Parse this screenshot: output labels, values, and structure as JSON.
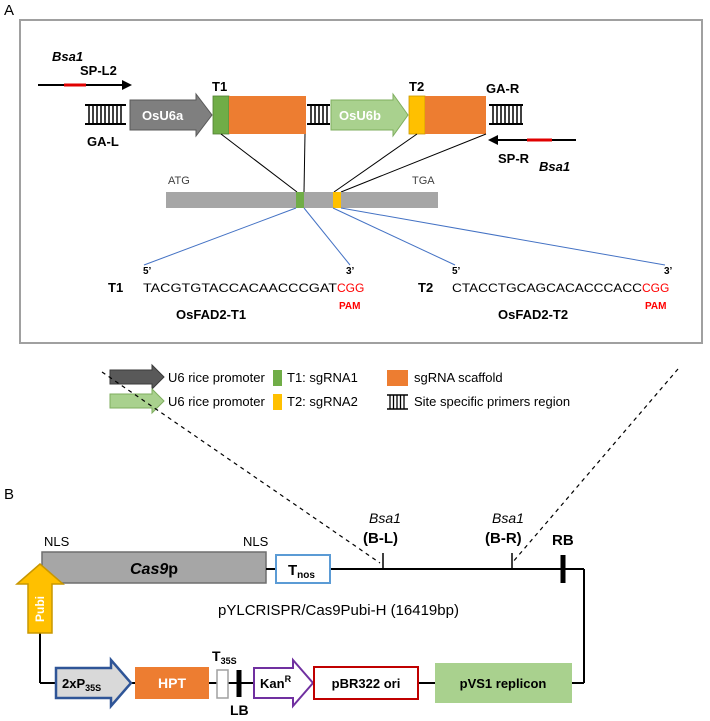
{
  "panel_a": {
    "label": "A",
    "bsa1_left": "Bsa1",
    "sp_l2": "SP-L2",
    "ga_l": "GA-L",
    "osu6a": "OsU6a",
    "t1": "T1",
    "osu6b": "OsU6b",
    "t2": "T2",
    "ga_r": "GA-R",
    "sp_r": "SP-R",
    "bsa1_right": "Bsa1",
    "atg": "ATG",
    "tga": "TGA",
    "seq1": {
      "label": "T1",
      "five": "5’",
      "three": "3’",
      "sequence": "TACGTGTACCACAACCCGAT",
      "pam_seq": "CGG",
      "pam": "PAM",
      "name": "OsFAD2-T1"
    },
    "seq2": {
      "label": "T2",
      "five": "5’",
      "three": "3’",
      "sequence": "CTACCTGCAGCACACCCACC",
      "pam_seq": "CGG",
      "pam": "PAM",
      "name": "OsFAD2-T2"
    }
  },
  "legend": {
    "item1": "U6 rice promoter",
    "item2": "U6 rice promoter",
    "item3": "T1: sgRNA1",
    "item4": "T2: sgRNA2",
    "item5": "sgRNA scaffold",
    "item6": "Site specific primers region"
  },
  "panel_b": {
    "label": "B",
    "nls_left": "NLS",
    "nls_right": "NLS",
    "cas9_main": "Cas9",
    "cas9_suffix": "p",
    "tnos_main": "T",
    "tnos_sub": "nos",
    "bsa1_bl_name": "Bsa1",
    "bsa1_bl_site": "(B-L)",
    "bsa1_br_name": "Bsa1",
    "bsa1_br_site": "(B-R)",
    "rb": "RB",
    "plasmid_name": "pYLCRISPR/Cas9Pubi-H (16419bp)",
    "pubi": "Pubi",
    "p35s_main": "2xP",
    "p35s_sub": "35S",
    "hpt": "HPT",
    "t35s_main": "T",
    "t35s_sub": "35S",
    "lb": "LB",
    "kan_main": "Kan",
    "kan_sup": "R",
    "pbr322": "pBR322 ori",
    "pvs1": "pVS1 replicon"
  },
  "colors": {
    "grey_arrow": "#7f7f7f",
    "green_arrow": "#a9d18e",
    "t1_green": "#70ad47",
    "t2_yellow": "#ffc000",
    "scaffold_orange": "#ed7d31",
    "pam_red": "#ff0000",
    "cas9_grey": "#a6a6a6",
    "tnos_blue": "#5b9bd5",
    "pubi_gold": "#ffc000",
    "p35s_blue": "#2f5597",
    "kan_purple": "#7030a0",
    "pbr_red": "#c00000",
    "pvs1_green": "#a9d18e",
    "link_blue": "#4472c4"
  }
}
